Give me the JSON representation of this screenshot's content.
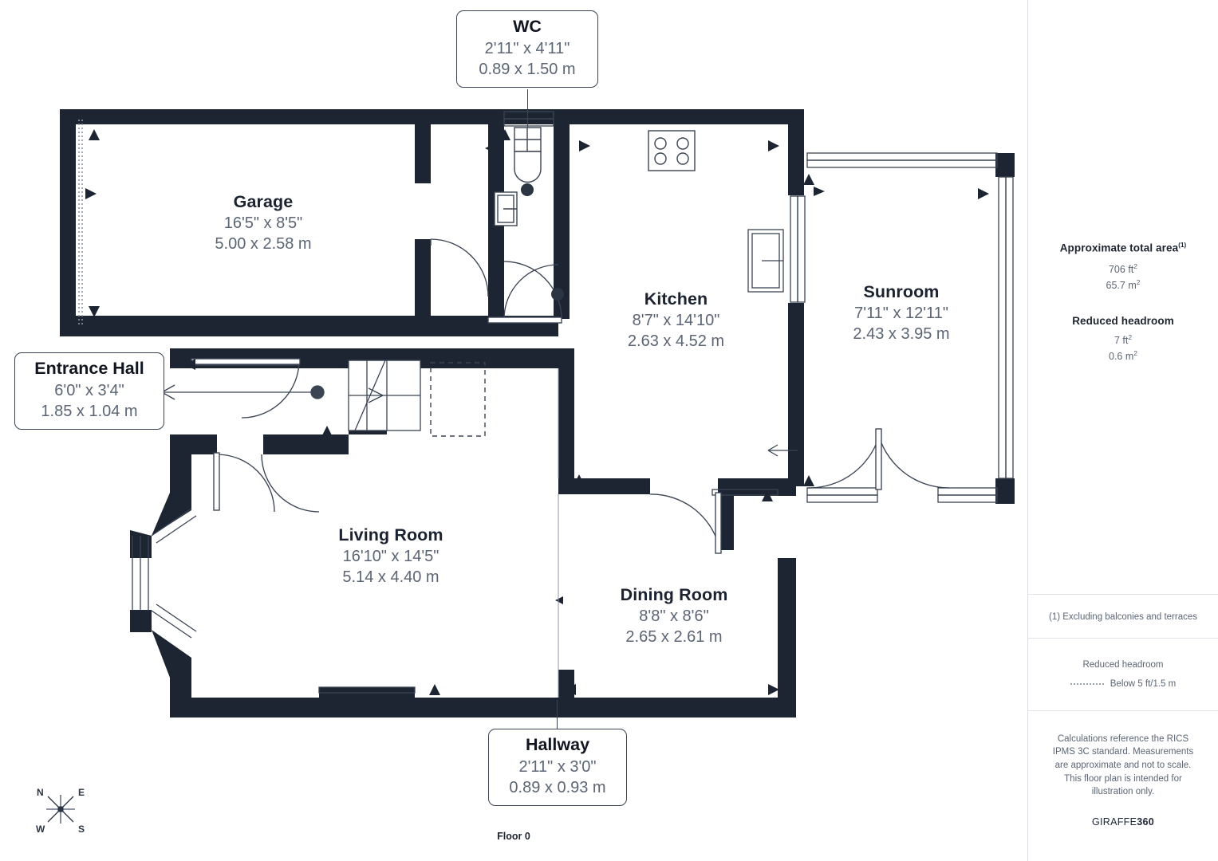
{
  "floor_label": "Floor 0",
  "compass": {
    "n": "N",
    "e": "E",
    "s": "S",
    "w": "W"
  },
  "rooms": [
    {
      "key": "wc",
      "name": "WC",
      "imperial": "2'11\" x 4'11\"",
      "metric": "0.89 x 1.50 m",
      "style": "callout"
    },
    {
      "key": "garage",
      "name": "Garage",
      "imperial": "16'5\" x 8'5\"",
      "metric": "5.00 x 2.58 m",
      "style": "inline"
    },
    {
      "key": "entrance",
      "name": "Entrance Hall",
      "imperial": "6'0\" x 3'4\"",
      "metric": "1.85 x 1.04 m",
      "style": "callout"
    },
    {
      "key": "kitchen",
      "name": "Kitchen",
      "imperial": "8'7\" x 14'10\"",
      "metric": "2.63 x 4.52 m",
      "style": "inline"
    },
    {
      "key": "sunroom",
      "name": "Sunroom",
      "imperial": "7'11\" x 12'11\"",
      "metric": "2.43 x 3.95 m",
      "style": "inline"
    },
    {
      "key": "living",
      "name": "Living Room",
      "imperial": "16'10\" x 14'5\"",
      "metric": "5.14 x 4.40 m",
      "style": "inline"
    },
    {
      "key": "dining",
      "name": "Dining Room",
      "imperial": "8'8\" x 8'6\"",
      "metric": "2.65 x 2.61 m",
      "style": "inline"
    },
    {
      "key": "hallway",
      "name": "Hallway",
      "imperial": "2'11\" x 3'0\"",
      "metric": "0.89 x 0.93 m",
      "style": "callout"
    }
  ],
  "panel": {
    "total_area_title": "Approximate total area",
    "total_area_title_sup": "(1)",
    "total_area_ft": "706 ft",
    "total_area_ft_sup": "2",
    "total_area_m": "65.7 m",
    "total_area_m_sup": "2",
    "reduced_headroom_title": "Reduced headroom",
    "reduced_headroom_ft": "7 ft",
    "reduced_headroom_ft_sup": "2",
    "reduced_headroom_m": "0.6 m",
    "reduced_headroom_m_sup": "2",
    "footnote": "(1) Excluding balconies and terraces",
    "legend_title": "Reduced headroom",
    "legend_item": "Below 5 ft/1.5 m",
    "disclaimer": "Calculations reference the RICS IPMS 3C standard. Measurements are approximate and not to scale. This floor plan is intended for illustration only.",
    "brand_light": "GIRAFFE",
    "brand_bold": "360"
  },
  "colors": {
    "wall": "#1d2533",
    "text_dark": "#1b2230",
    "text_muted": "#5b6574",
    "line": "#3a4453",
    "panel_border": "#dfe3e8"
  }
}
